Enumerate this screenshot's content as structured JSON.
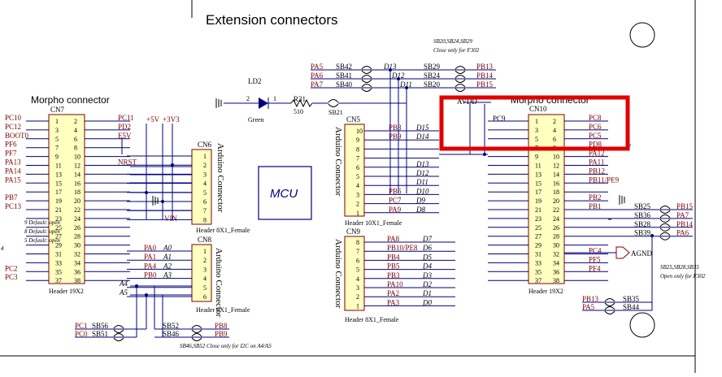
{
  "title": "Extension connectors",
  "mcu_label": "MCU",
  "highlight_color": "#e00000",
  "wire_color": "#00007f",
  "label_color": "#7f0000",
  "sb_note_top": [
    "SB20,SB24,SB29",
    "Close only for F302"
  ],
  "cn7": {
    "header": "Morpho connector",
    "name": "CN7",
    "footer": "Header 19X2",
    "left_pins": [
      "1",
      "3",
      "5",
      "7",
      "9",
      "11",
      "13",
      "15",
      "17",
      "19",
      "21",
      "23",
      "25",
      "27",
      "29",
      "31",
      "33",
      "35",
      "37"
    ],
    "right_pins": [
      "2",
      "4",
      "6",
      "8",
      "10",
      "12",
      "14",
      "16",
      "18",
      "20",
      "22",
      "24",
      "26",
      "28",
      "30",
      "32",
      "34",
      "36",
      "38"
    ],
    "left_labels": [
      "PC10",
      "PC12",
      "BOOT0",
      "PF6",
      "PF7",
      "PA13",
      "PA14",
      "PA15",
      "",
      "PB7",
      "PC13",
      "",
      "",
      "",
      "",
      "",
      "",
      "PC2",
      "PC3"
    ],
    "right_labels": [
      "PC11",
      "PD2",
      "E5V",
      "",
      "",
      "NRST",
      "",
      "",
      "",
      "",
      "",
      "",
      "",
      "",
      "",
      "",
      "",
      "",
      ""
    ],
    "side_notes": [
      "9 Default: open",
      "8 Default: open",
      "5 Default: open",
      "4"
    ]
  },
  "power": {
    "p5v": "+5V",
    "p3v3": "+3V3",
    "vin": "VIN"
  },
  "cn6": {
    "name": "CN6",
    "title": "Arduino Connector",
    "pins": [
      "1",
      "2",
      "3",
      "4",
      "5",
      "6",
      "7",
      "8"
    ],
    "footer": "Header 8X1_Female"
  },
  "cn8": {
    "name": "CN8",
    "title": "Arduino Connector",
    "pins": [
      "1",
      "2",
      "3",
      "4",
      "5",
      "6"
    ],
    "footer": "Header 6X1_Female",
    "ports": [
      "PA0",
      "PA1",
      "PA4",
      "PB0"
    ],
    "aliases": [
      "A0",
      "A1",
      "A2",
      "A3"
    ],
    "a4": "A4",
    "a5": "A5"
  },
  "bottom_sb": [
    {
      "port": "PC1",
      "sb": "SB56"
    },
    {
      "port": "PC0",
      "sb": "SB51"
    }
  ],
  "bottom_sb_right": [
    {
      "sb": "SB52",
      "port": "PB8"
    },
    {
      "sb": "SB46",
      "port": "PB9"
    }
  ],
  "bottom_note": "SB46,SB52 Close only for I2C on A4/A5",
  "led": {
    "ref": "LD2",
    "color": "Green",
    "pin1": "1",
    "pin2": "2"
  },
  "resistor": {
    "ref": "R31",
    "value": "510"
  },
  "sb21": "SB21",
  "top_sb_left": [
    {
      "port": "PA5",
      "sb": "SB42",
      "d": "D13"
    },
    {
      "port": "PA6",
      "sb": "SB41",
      "d": "D12"
    },
    {
      "port": "PA7",
      "sb": "SB40",
      "d": "D11"
    }
  ],
  "top_sb_right": [
    {
      "sb": "SB29",
      "port": "PB13"
    },
    {
      "sb": "SB24",
      "port": "PB14"
    },
    {
      "sb": "SB20",
      "port": "PB15"
    }
  ],
  "cn5": {
    "name": "CN5",
    "title": "Arduino Connector",
    "footer": "Header 10X1_Female",
    "pins": [
      "10",
      "9",
      "8",
      "7",
      "6",
      "5",
      "4",
      "3",
      "2",
      "1"
    ],
    "ports": [
      "PB8",
      "PB9",
      "",
      "",
      "",
      "",
      "",
      "PB6",
      "PC7",
      "PA9"
    ],
    "signals": [
      "D15",
      "D14",
      "",
      "",
      "",
      "D13",
      "D12",
      "D11",
      "D10",
      "D9",
      "D8"
    ]
  },
  "cn5_signals": [
    "D15",
    "D14",
    "",
    "",
    "D13",
    "D12",
    "D11",
    "D10",
    "D9",
    "D8"
  ],
  "cn9": {
    "name": "CN9",
    "title": "Arduino Connector",
    "footer": "Header 8X1_Female",
    "pins": [
      "8",
      "7",
      "6",
      "5",
      "4",
      "3",
      "2",
      "1"
    ],
    "ports": [
      "PA8",
      "PB10/PE8",
      "PB4",
      "PB5",
      "PB3",
      "PA10",
      "PA2",
      "PA3"
    ],
    "signals": [
      "D7",
      "D6",
      "D5",
      "D4",
      "D3",
      "D2",
      "D1",
      "D0"
    ]
  },
  "cn10": {
    "header": "Morpho connector",
    "name": "CN10",
    "footer": "Header 19X2",
    "avdd": "AVDD",
    "pc9": "PC9",
    "left_pins": [
      "1",
      "3",
      "5",
      "7",
      "9",
      "11",
      "13",
      "15",
      "17",
      "19",
      "21",
      "23",
      "25",
      "27",
      "29",
      "31",
      "33",
      "35",
      "37"
    ],
    "right_pins": [
      "2",
      "4",
      "6",
      "8",
      "10",
      "12",
      "14",
      "16",
      "18",
      "20",
      "22",
      "24",
      "26",
      "28",
      "30",
      "32",
      "34",
      "36",
      "38"
    ],
    "right_labels": [
      "PC8",
      "PC6",
      "PC5",
      "PD8",
      "PA12",
      "PA11",
      "PB12",
      "PB11/PE9",
      "",
      "PB2",
      "PB1",
      "",
      "",
      "",
      "",
      "PC4",
      "PF5",
      "PF4",
      ""
    ],
    "u5v_partial": "V"
  },
  "right_sb": [
    {
      "sb": "SB25",
      "port": "PB15"
    },
    {
      "sb": "SB36",
      "port": "PA7"
    },
    {
      "sb": "SB28",
      "port": "PB14"
    },
    {
      "sb": "SB39",
      "port": "PA6"
    }
  ],
  "right_note": [
    "SB25,SB28,SB35",
    "Open only for F302"
  ],
  "agnd": "AGND",
  "bottom_right_sb": [
    {
      "port": "PB13",
      "sb": "SB35"
    },
    {
      "port": "PA5",
      "sb": "SB44"
    }
  ]
}
